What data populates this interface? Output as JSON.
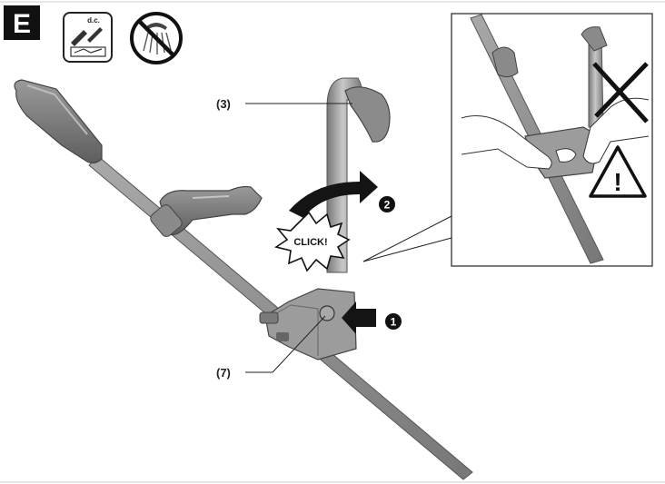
{
  "figure": {
    "letter": "E",
    "icons": {
      "left": "assembly-tools-icon",
      "left_caption": "d.c.",
      "right": "no-water-spray-icon"
    },
    "callouts": {
      "handle": "(3)",
      "lock": "(7)"
    },
    "steps": {
      "one": "1",
      "two": "2"
    },
    "click_text": "CLICK!",
    "inset": {
      "cross_mark": "x-mark-icon",
      "warning": "warning-triangle-icon",
      "warning_symbol": "!"
    },
    "colors": {
      "badge_bg": "#111111",
      "tube": "#8e8e8e",
      "arrow": "#141414"
    }
  }
}
